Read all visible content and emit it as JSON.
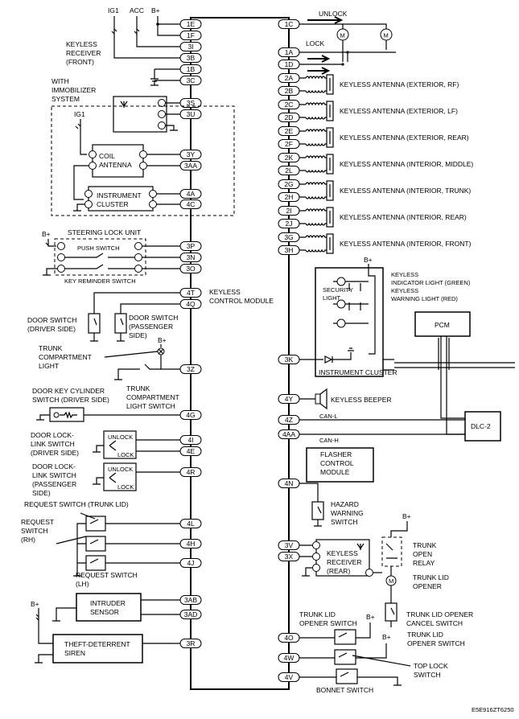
{
  "module": {
    "title_line1": "KEYLESS",
    "title_line2": "CONTROL MODULE"
  },
  "left_pins": [
    "1E",
    "1F",
    "3I",
    "3B",
    "1B",
    "3C",
    "3S",
    "3U",
    "3Y",
    "3AA",
    "4A",
    "4C",
    "3P",
    "3N",
    "3O",
    "4T",
    "4Q",
    "3Z",
    "4G",
    "4I",
    "4E",
    "4R",
    "4L",
    "4H",
    "4J",
    "3AB",
    "3AD",
    "3R"
  ],
  "right_pins": [
    "1C",
    "1A",
    "1D",
    "2A",
    "2B",
    "2C",
    "2D",
    "2E",
    "2F",
    "2K",
    "2L",
    "2G",
    "2H",
    "2I",
    "2J",
    "3G",
    "3H",
    "3K",
    "4Y",
    "4Z",
    "4AA",
    "4N",
    "3V",
    "3X",
    "4O",
    "4W",
    "4V"
  ],
  "power": {
    "ig1": "IG1",
    "acc": "ACC",
    "bplus": "B+"
  },
  "labels": {
    "keyless_receiver_front": [
      "KEYLESS",
      "RECEIVER",
      "(FRONT)"
    ],
    "with_immobilizer": [
      "WITH",
      "IMMOBILIZER",
      "SYSTEM"
    ],
    "coil_antenna": [
      "COIL",
      "ANTENNA"
    ],
    "instrument_cluster_box": [
      "INSTRUMENT",
      "CLUSTER"
    ],
    "steering_lock_unit": "STEERING LOCK UNIT",
    "push_switch": "PUSH SWITCH",
    "key_reminder_switch": "KEY REMINDER SWITCH",
    "door_switch_driver": [
      "DOOR SWITCH",
      "(DRIVER SIDE)"
    ],
    "door_switch_passenger": [
      "DOOR SWITCH",
      "(PASSENGER",
      "SIDE)"
    ],
    "trunk_compartment_light": [
      "TRUNK",
      "COMPARTMENT",
      "LIGHT"
    ],
    "trunk_compartment_light_switch": [
      "TRUNK",
      "COMPARTMENT",
      "LIGHT SWITCH"
    ],
    "door_key_cylinder": [
      "DOOR KEY CYLINDER",
      "SWITCH (DRIVER SIDE)"
    ],
    "door_lock_link_driver": [
      "DOOR LOCK-",
      "LINK SWITCH",
      "(DRIVER SIDE)"
    ],
    "door_lock_link_passenger": [
      "DOOR LOCK-",
      "LINK SWITCH",
      "(PASSENGER",
      "SIDE)"
    ],
    "unlock": "UNLOCK",
    "lock": "LOCK",
    "request_trunk": "REQUEST SWITCH (TRUNK LID)",
    "request_rh": [
      "REQUEST",
      "SWITCH",
      "(RH)"
    ],
    "request_lh": [
      "REQUEST SWITCH",
      "(LH)"
    ],
    "intruder_sensor": [
      "INTRUDER",
      "SENSOR"
    ],
    "theft_siren": [
      "THEFT-DETERRENT",
      "SIREN"
    ],
    "keyless_antennas": [
      "KEYLESS ANTENNA (EXTERIOR, RF)",
      "KEYLESS ANTENNA (EXTERIOR, LF)",
      "KEYLESS ANTENNA (EXTERIOR, REAR)",
      "KEYLESS ANTENNA (INTERIOR, MIDDLE)",
      "KEYLESS ANTENNA (INTERIOR, TRUNK)",
      "KEYLESS ANTENNA (INTERIOR, REAR)",
      "KEYLESS ANTENNA (INTERIOR, FRONT)"
    ],
    "keyless_indicator": [
      "KEYLESS",
      "INDICATOR LIGHT (GREEN)"
    ],
    "keyless_warning": [
      "KEYLESS",
      "WARNING LIGHT (RED)"
    ],
    "security_light": [
      "SECURITY",
      "LIGHT"
    ],
    "pcm": "PCM",
    "instrument_cluster_right": "INSTRUMENT CLUSTER",
    "keyless_beeper": "KEYLESS BEEPER",
    "can_l": "CAN-L",
    "can_h": "CAN-H",
    "dlc2": "DLC-2",
    "flasher": [
      "FLASHER",
      "CONTROL",
      "MODULE"
    ],
    "hazard": [
      "HAZARD",
      "WARNING",
      "SWITCH"
    ],
    "keyless_receiver_rear": [
      "KEYLESS",
      "RECEIVER",
      "(REAR)"
    ],
    "trunk_open_relay": [
      "TRUNK",
      "OPEN",
      "RELAY"
    ],
    "trunk_lid_opener": [
      "TRUNK LID",
      "OPENER"
    ],
    "trunk_lid_opener_cancel": [
      "TRUNK LID OPENER",
      "CANCEL SWITCH"
    ],
    "trunk_lid_opener_switch_r": [
      "TRUNK LID",
      "OPENER SWITCH"
    ],
    "trunk_lid_opener_switch_l": [
      "TRUNK LID",
      "OPENER SWITCH"
    ],
    "top_lock_switch": [
      "TOP LOCK",
      "SWITCH"
    ],
    "bonnet_switch": "BONNET SWITCH",
    "unlock_top": "UNLOCK",
    "lock_top": "LOCK",
    "code": "E5E916ZT6250"
  }
}
